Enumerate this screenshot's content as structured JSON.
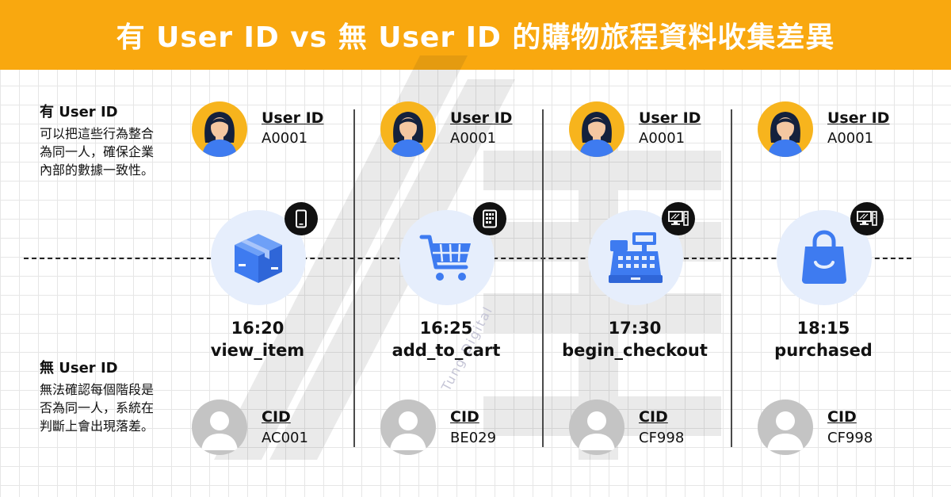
{
  "header": {
    "title": "有 User ID vs 無 User ID 的購物旅程資料收集差異"
  },
  "with_user_id": {
    "title": "有 User ID",
    "description": "可以把這些行為整合為同一人，確保企業內部的數據一致性。"
  },
  "without_user_id": {
    "title": "無 User ID",
    "description": "無法確認每個階段是否為同一人，系統在判斷上會出現落差。"
  },
  "watermark": {
    "text": "Tung Digital"
  },
  "stages": [
    {
      "time": "16:20",
      "event": "view_item",
      "device_icon": "smartphone-icon",
      "stage_icon": "package-box-icon",
      "user_label": "User ID",
      "user_id": "A0001",
      "cid_label": "CID",
      "cid": "AC001"
    },
    {
      "time": "16:25",
      "event": "add_to_cart",
      "device_icon": "tablet-icon",
      "stage_icon": "shopping-cart-icon",
      "user_label": "User ID",
      "user_id": "A0001",
      "cid_label": "CID",
      "cid": "BE029"
    },
    {
      "time": "17:30",
      "event": "begin_checkout",
      "device_icon": "desktop-computer-icon",
      "stage_icon": "cash-register-icon",
      "user_label": "User ID",
      "user_id": "A0001",
      "cid_label": "CID",
      "cid": "CF998"
    },
    {
      "time": "18:15",
      "event": "purchased",
      "device_icon": "desktop-computer-icon",
      "stage_icon": "shopping-bag-icon",
      "user_label": "User ID",
      "user_id": "A0001",
      "cid_label": "CID",
      "cid": "CF998"
    }
  ],
  "colors": {
    "header": "#f9a80f",
    "stage_icon": "#3e7bf0",
    "stage_circle": "#e6eefc",
    "user_avatar": "#f7b41d",
    "cid_avatar": "#c4c4c4"
  }
}
